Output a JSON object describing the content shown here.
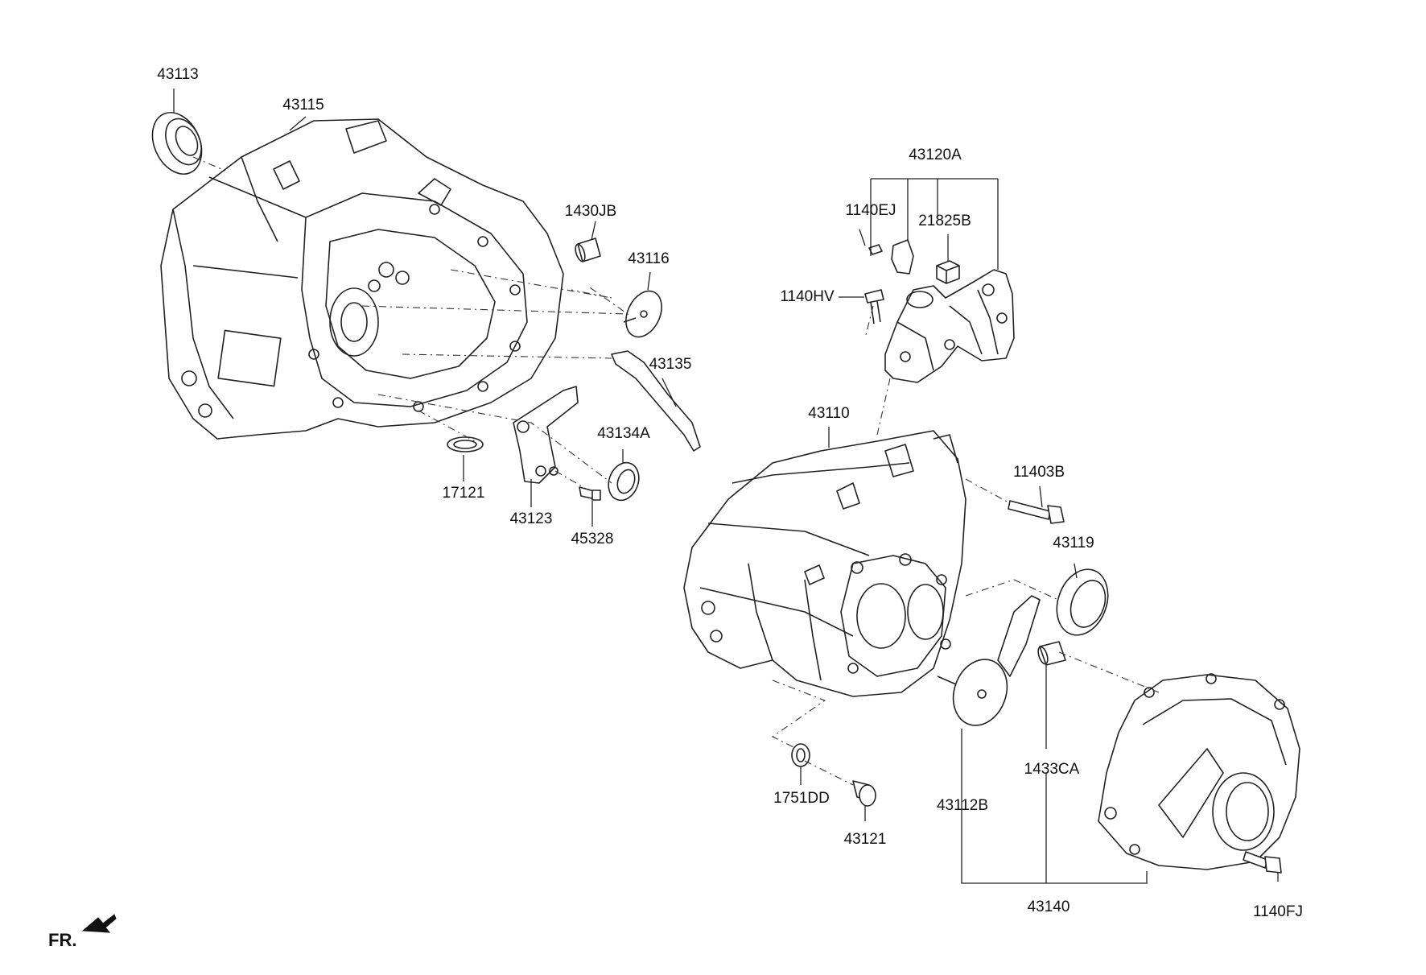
{
  "labels": {
    "p43113": "43113",
    "p43115": "43115",
    "p43120A": "43120A",
    "p1140EJ": "1140EJ",
    "p21825B": "21825B",
    "p1430JB": "1430JB",
    "p43116": "43116",
    "p1140HV": "1140HV",
    "p43135": "43135",
    "p43110": "43110",
    "p43134A": "43134A",
    "p11403B": "11403B",
    "p17121": "17121",
    "p43123": "43123",
    "p45328": "45328",
    "p43119": "43119",
    "p1433CA": "1433CA",
    "p1751DD": "1751DD",
    "p43112B": "43112B",
    "p43121": "43121",
    "p43140": "43140",
    "p1140FJ": "1140FJ"
  },
  "direction_marker": {
    "text": "FR.",
    "icon": "arrow-front-icon"
  }
}
